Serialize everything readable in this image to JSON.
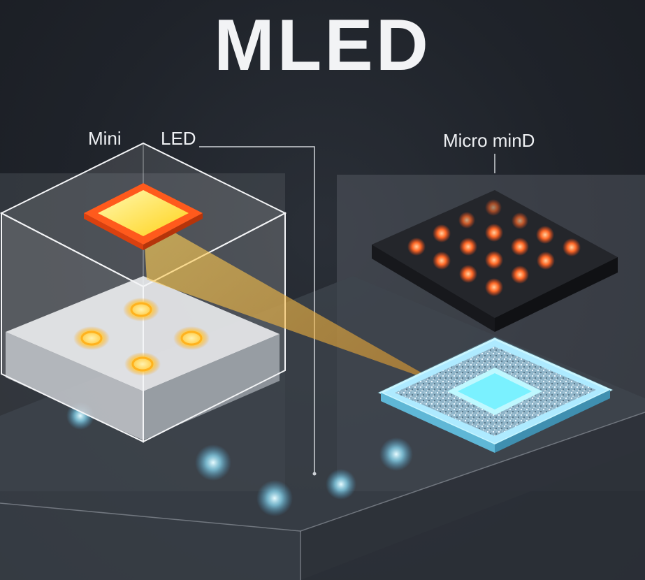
{
  "title": "MLED",
  "labels": {
    "mini_left": "Mini",
    "mini_right": "LED",
    "micro": "Micro minD"
  },
  "colors": {
    "background": "#1f232a",
    "warm_glow": "#ffb21e",
    "orange_led": "#ff5a1c",
    "blue_glow": "#7fe8ff",
    "title_text": "#f2f3f5"
  }
}
